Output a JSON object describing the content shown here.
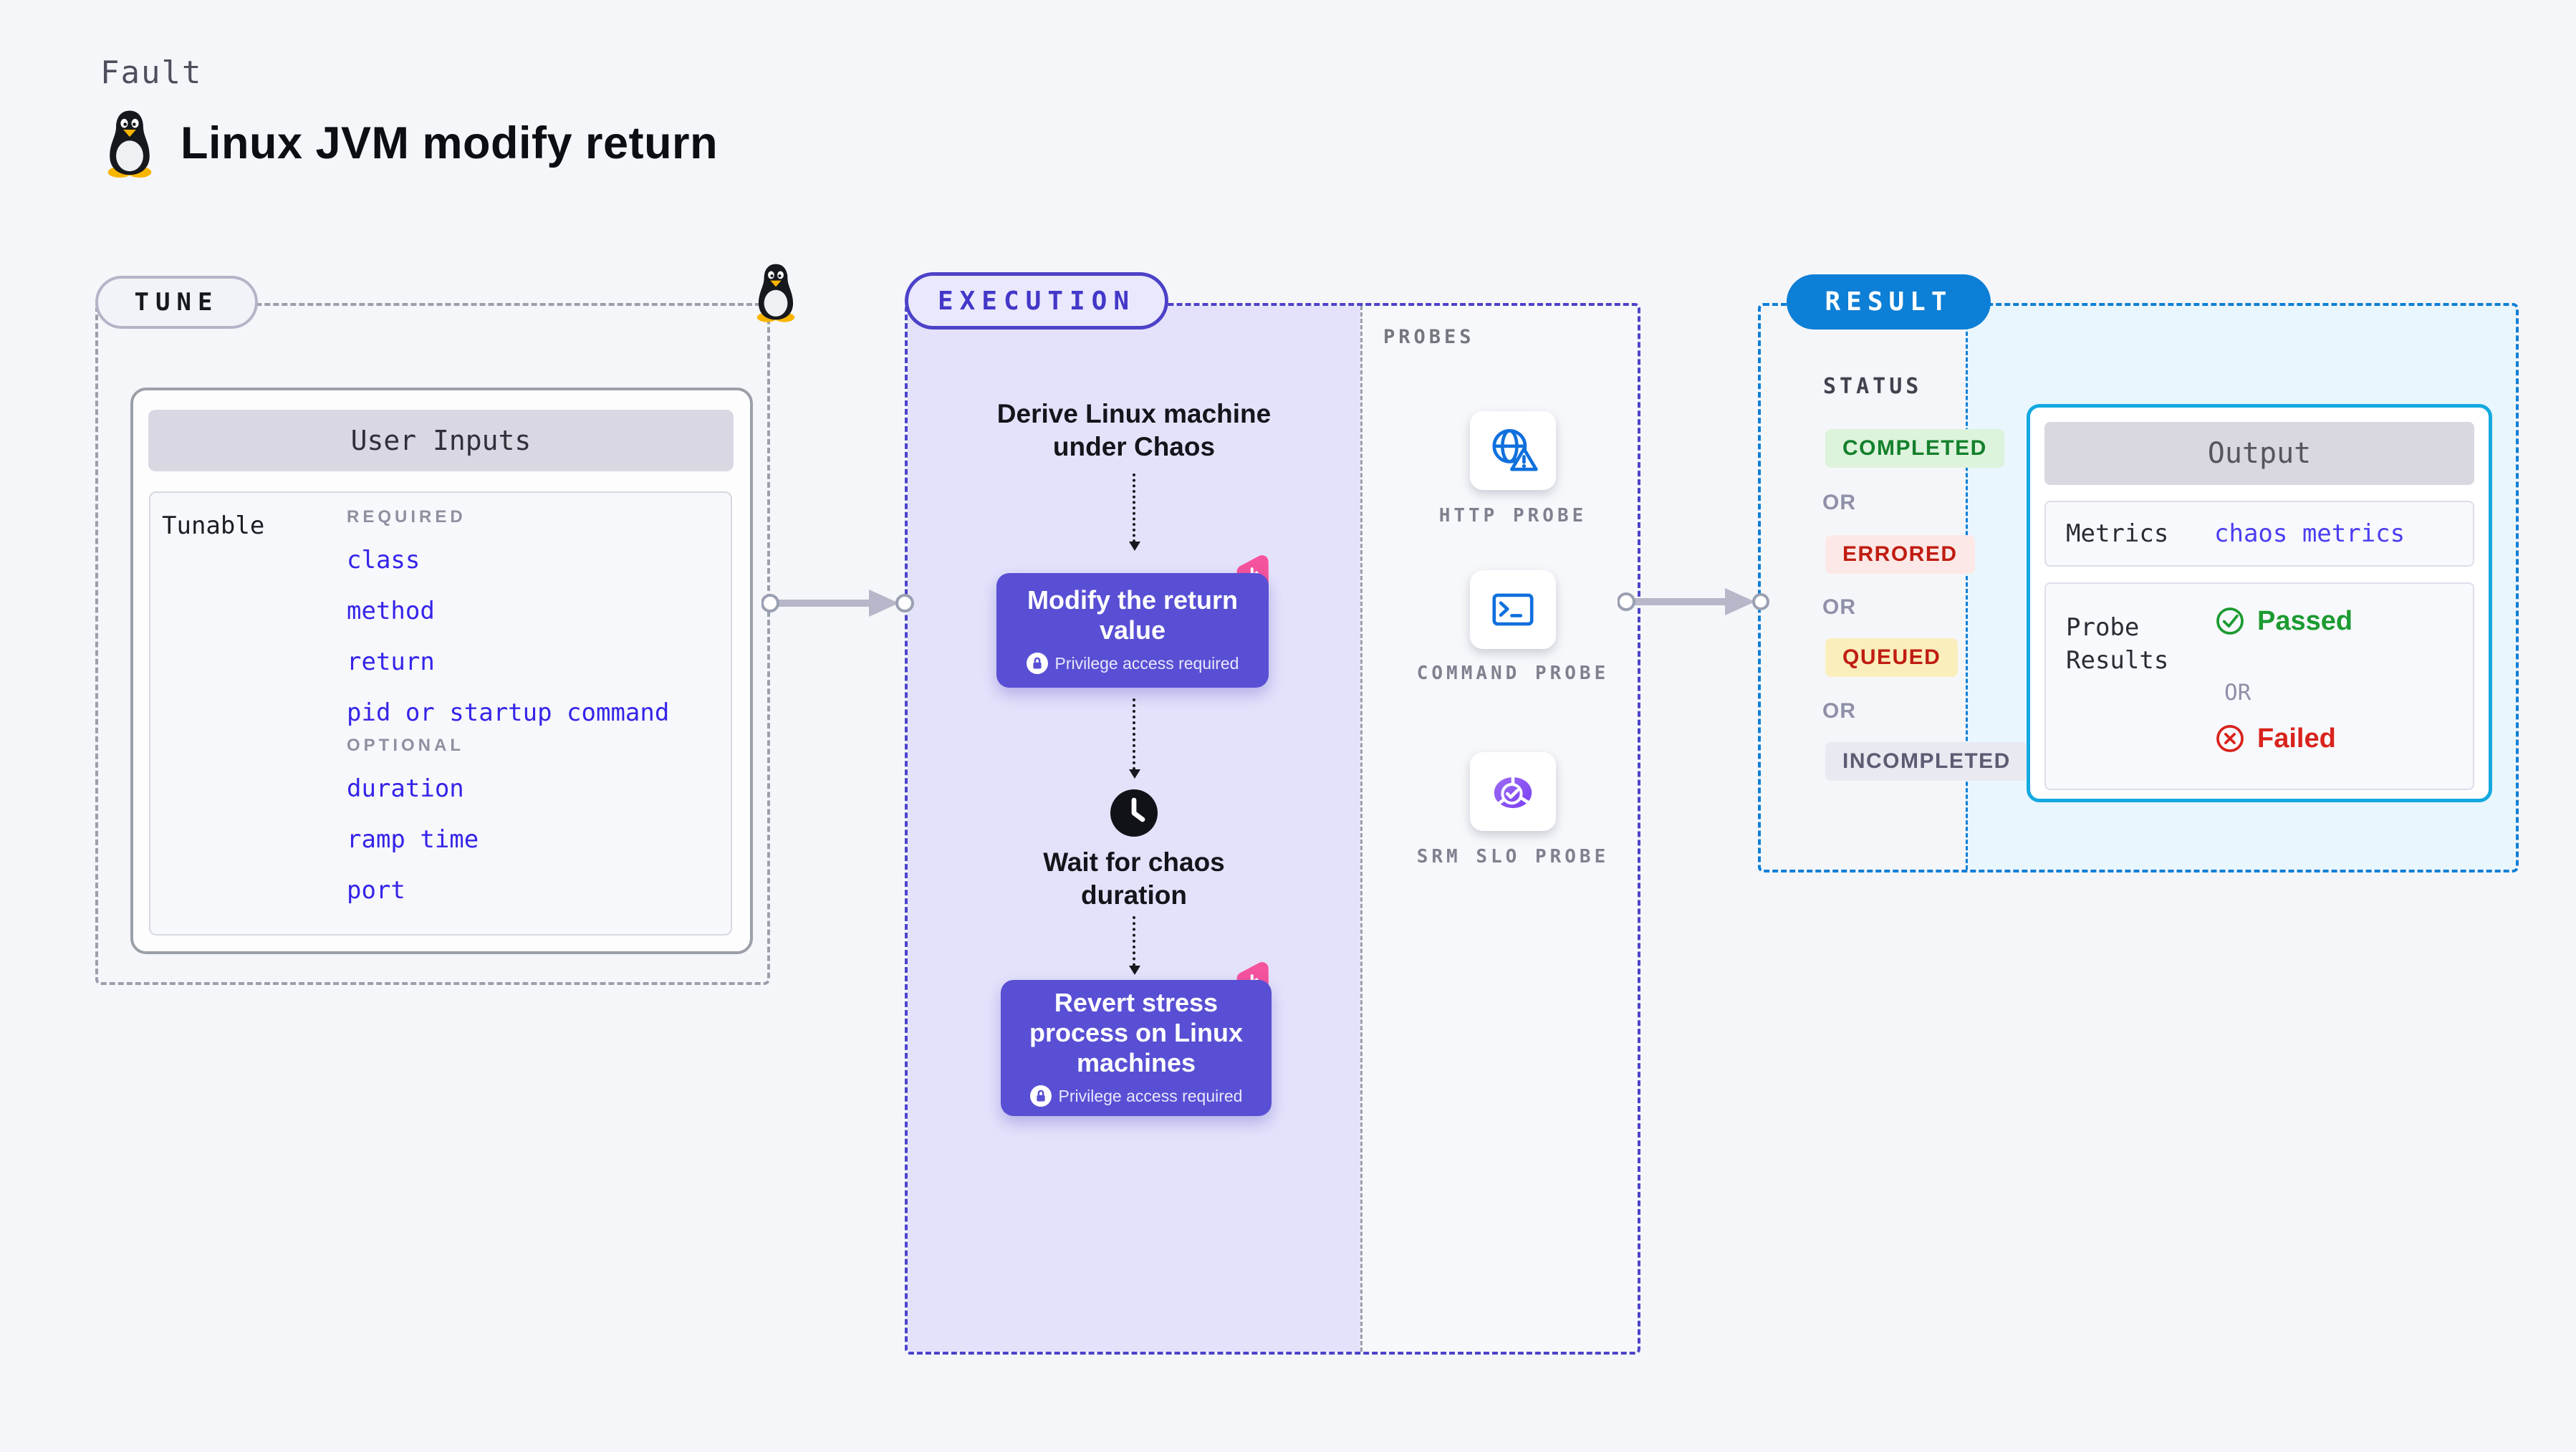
{
  "header": {
    "kicker": "Fault",
    "title": "Linux JVM modify return",
    "icon": "tux-penguin-icon"
  },
  "tune": {
    "badge": "TUNE",
    "corner_icon": "tux-penguin-icon",
    "card_title": "User Inputs",
    "row_label": "Tunable",
    "groups": [
      {
        "label": "REQUIRED",
        "items": [
          "class",
          "method",
          "return",
          "pid or startup command"
        ]
      },
      {
        "label": "OPTIONAL",
        "items": [
          "duration",
          "ramp time",
          "port"
        ]
      }
    ]
  },
  "execution": {
    "badge": "EXECUTION",
    "step_derive": "Derive Linux machine under Chaos",
    "node_modify": {
      "title": "Modify the return value",
      "note": "Privilege access required",
      "note_icon": "lock-icon",
      "corner_icon": "chaos-pink-icon"
    },
    "step_wait": "Wait for chaos duration",
    "wait_icon": "clock-icon",
    "node_revert": {
      "title": "Revert stress process on Linux machines",
      "note": "Privilege access required",
      "note_icon": "lock-icon",
      "corner_icon": "chaos-pink-icon"
    }
  },
  "probes": {
    "label": "PROBES",
    "items": [
      {
        "name": "HTTP PROBE",
        "icon": "globe-alert-icon"
      },
      {
        "name": "COMMAND PROBE",
        "icon": "terminal-icon"
      },
      {
        "name": "SRM SLO PROBE",
        "icon": "slo-pie-check-icon"
      }
    ]
  },
  "result": {
    "badge": "RESULT",
    "status_label": "STATUS",
    "or_label": "OR",
    "statuses": [
      {
        "label": "COMPLETED",
        "fg": "#13802c",
        "bg": "#ddf3dc"
      },
      {
        "label": "ERRORED",
        "fg": "#c01d12",
        "bg": "#fce9e7"
      },
      {
        "label": "QUEUED",
        "fg": "#c01d12",
        "bg": "#faeebc"
      },
      {
        "label": "INCOMPLETED",
        "fg": "#5b5c72",
        "bg": "#e9e9f1"
      }
    ],
    "output": {
      "title": "Output",
      "metrics_label": "Metrics",
      "metrics_value": "chaos metrics",
      "probe_results_label": "Probe Results",
      "passed": "Passed",
      "or_label": "OR",
      "failed": "Failed",
      "passed_icon": "check-circle-icon",
      "failed_icon": "x-circle-icon"
    }
  },
  "colors": {
    "page_bg": "#f5f6fa",
    "tune_dash": "#9aa0ab",
    "execution_accent": "#4c42c8",
    "execution_panel": "#e4e2fb",
    "node_purple": "#584fd4",
    "chaos_pink": "#f5539c",
    "probe_icon_blue": "#1070dd",
    "result_accent": "#0d7fd6",
    "result_panel": "#e9f6fd",
    "output_border": "#14a9e0",
    "link_blue": "#3524e8",
    "passed_green": "#1c9b31",
    "failed_red": "#d8231c",
    "arrow_gray": "#b6b7c8"
  }
}
